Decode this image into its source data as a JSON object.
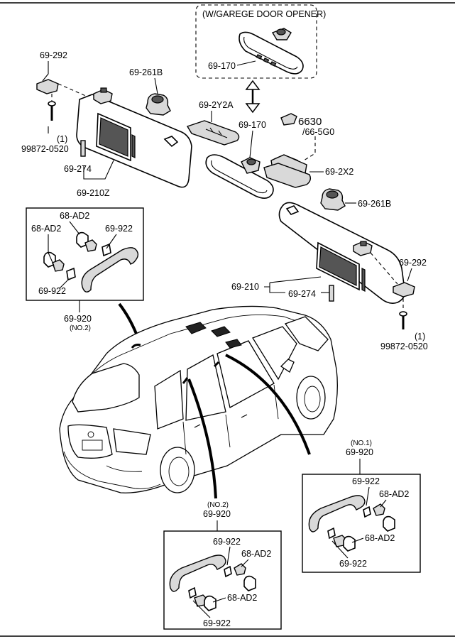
{
  "opener_box": {
    "title": "(W/GAREGE DOOR OPENER)",
    "part": "69-170"
  },
  "labels": {
    "p69_292_left": "69-292",
    "p69_261b_top": "69-261B",
    "p69_2y2a": "69-2Y2A",
    "p69_170": "69-170",
    "p6630": "6630",
    "p66_5g0": "/66-5G0",
    "p69_2x2": "69-2X2",
    "p69_261b_right": "69-261B",
    "p99872_left_qty": "(1)",
    "p99872_left": "99872-0520",
    "p69_274_left": "69-274",
    "p69_210z": "69-210Z",
    "p69_292_right": "69-292",
    "p69_210": "69-210",
    "p69_274_right": "69-274",
    "p99872_right_qty": "(1)",
    "p99872_right": "99872-0520"
  },
  "inset_left": {
    "ad2_top": "68-AD2",
    "ad2_left": "68-AD2",
    "p922_top": "69-922",
    "p922_bottom": "69-922",
    "callout_part": "69-920",
    "callout_note": "(NO.2)"
  },
  "inset_bottom": {
    "callout_note": "(NO.2)",
    "callout_part": "69-920",
    "p922_top": "69-922",
    "ad2_top": "68-AD2",
    "ad2_bottom": "68-AD2",
    "p922_bottom": "69-922"
  },
  "inset_right": {
    "callout_note": "(NO.1)",
    "callout_part": "69-920",
    "p922_top": "69-922",
    "ad2_top": "68-AD2",
    "ad2_bottom": "68-AD2",
    "p922_bottom": "69-922"
  }
}
